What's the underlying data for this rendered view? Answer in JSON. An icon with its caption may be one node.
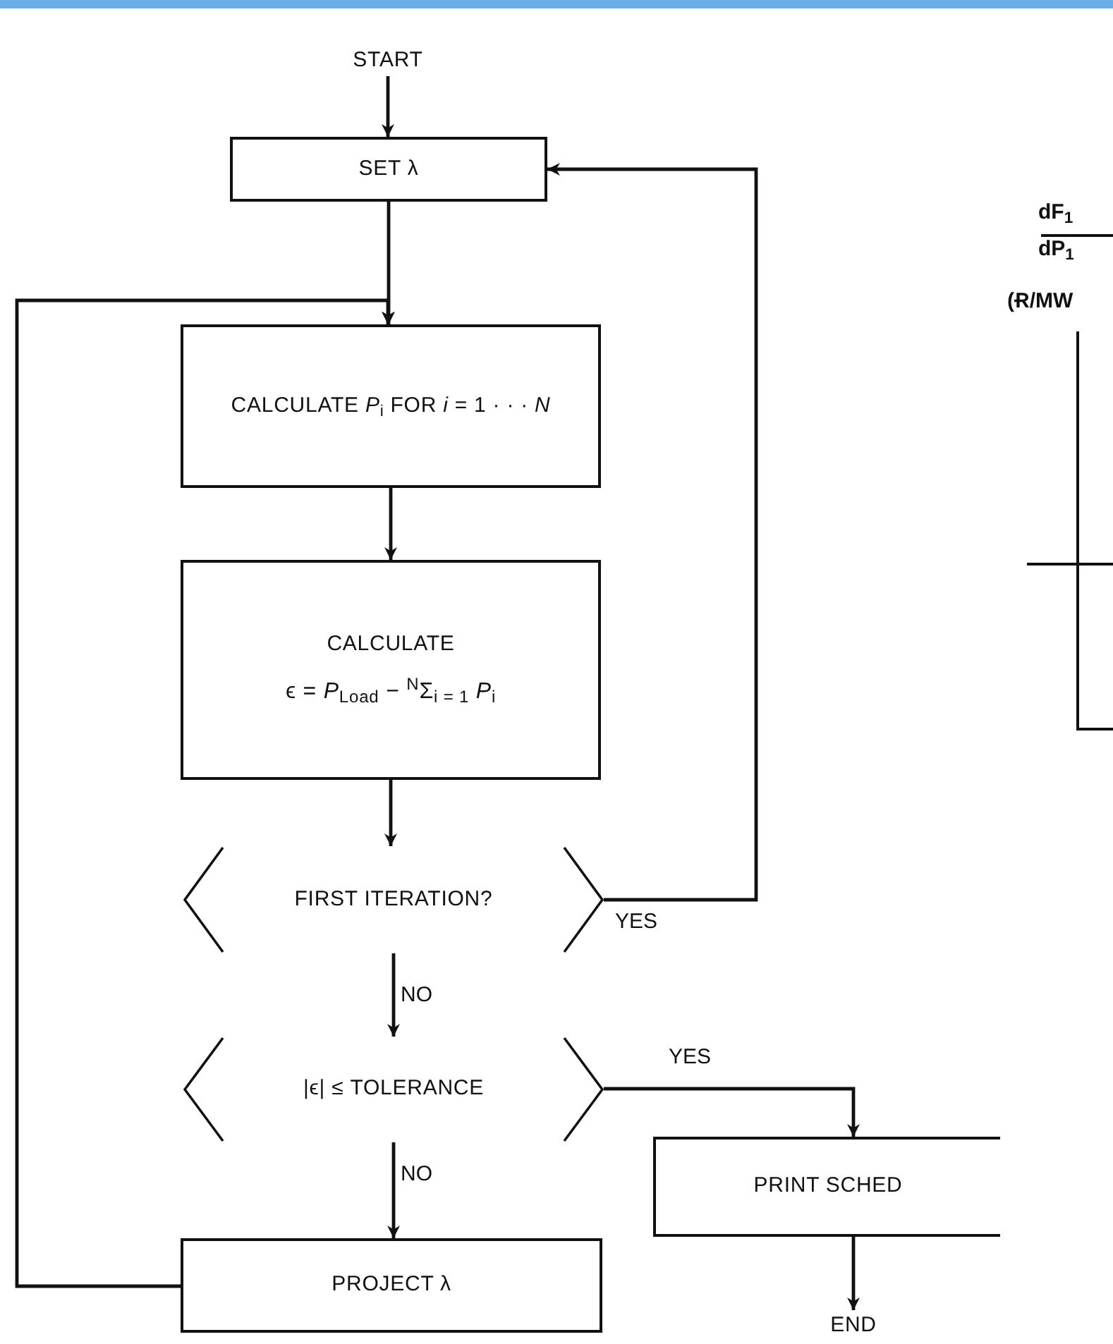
{
  "diagram": {
    "nodes": [
      {
        "text": [
          "START"
        ]
      },
      {
        "text": [
          "SET λ"
        ]
      },
      {
        "text": [
          "CALCULATE *P*$_{i}$ FOR *i* = 1 · · · *N*"
        ]
      },
      {
        "text": [
          "CALCULATE",
          "ϵ = *P*$_{Load}$ − $^{N}$Σ$_{i = 1}$ *P*$_{i}$"
        ]
      },
      {
        "text": [
          "FIRST ITERATION?"
        ]
      },
      {
        "text": [
          "|ϵ| ≤ TOLERANCE"
        ]
      },
      {
        "text": [
          "PROJECT λ"
        ]
      },
      {
        "text": [
          "PRINT SCHED"
        ]
      },
      {
        "text": [
          "END"
        ]
      }
    ],
    "edges": [
      {
        "from": 0,
        "to": 1,
        "arrow": "to"
      },
      {
        "from": 1,
        "to": 2,
        "arrow": "to"
      },
      {
        "from": 2,
        "to": 3,
        "arrow": "to"
      },
      {
        "from": 3,
        "to": 4,
        "arrow": "to"
      },
      {
        "from": 4,
        "to": 1,
        "arrow": "to",
        "label": "YES"
      },
      {
        "from": 4,
        "to": 5,
        "arrow": "to",
        "label": "NO"
      },
      {
        "from": 5,
        "to": 7,
        "arrow": "to",
        "label": "YES"
      },
      {
        "from": 5,
        "to": 6,
        "arrow": "to",
        "label": "NO"
      },
      {
        "from": 6,
        "to": 2,
        "arrow": "to"
      },
      {
        "from": 7,
        "to": 8,
        "arrow": "to"
      }
    ],
    "labels": [
      "dF$_{1}$",
      "dP$_{1}$",
      "(Ɍ/MW"
    ]
  }
}
